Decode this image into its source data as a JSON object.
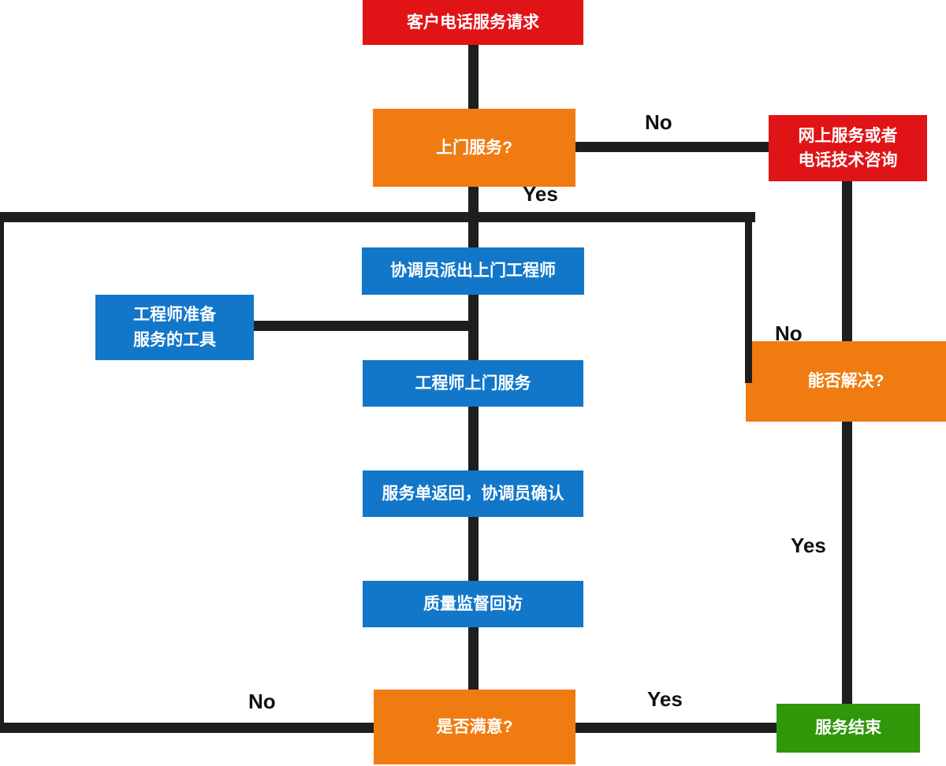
{
  "diagram": {
    "nodes": {
      "start": {
        "label": "客户电话服务请求",
        "type": "start",
        "color": "#e01417"
      },
      "visit_decision": {
        "label": "上门服务?",
        "type": "decision",
        "color": "#f07c11"
      },
      "online_service": {
        "label": "网上服务或者\n电话技术咨询",
        "type": "process",
        "color": "#e01417"
      },
      "dispatch": {
        "label": "协调员派出上门工程师",
        "type": "process",
        "color": "#1277c9"
      },
      "prepare_tools": {
        "label": "工程师准备\n服务的工具",
        "type": "process",
        "color": "#1277c9"
      },
      "onsite_service": {
        "label": "工程师上门服务",
        "type": "process",
        "color": "#1277c9"
      },
      "order_return": {
        "label": "服务单返回，协调员确认",
        "type": "process",
        "color": "#1277c9"
      },
      "quality_followup": {
        "label": "质量监督回访",
        "type": "process",
        "color": "#1277c9"
      },
      "satisfied_decision": {
        "label": "是否满意?",
        "type": "decision",
        "color": "#f07c11"
      },
      "solve_decision": {
        "label": "能否解决?",
        "type": "decision",
        "color": "#f07c11"
      },
      "end": {
        "label": "服务结束",
        "type": "end",
        "color": "#2f9708"
      }
    },
    "edge_labels": {
      "visit_no": "No",
      "visit_yes": "Yes",
      "solve_no": "No",
      "solve_yes": "Yes",
      "satisfied_no": "No",
      "satisfied_yes": "Yes"
    },
    "colors": {
      "red": "#e01417",
      "orange": "#f07c11",
      "blue": "#1277c9",
      "green": "#2f9708",
      "connector": "#1e1e1e"
    }
  }
}
